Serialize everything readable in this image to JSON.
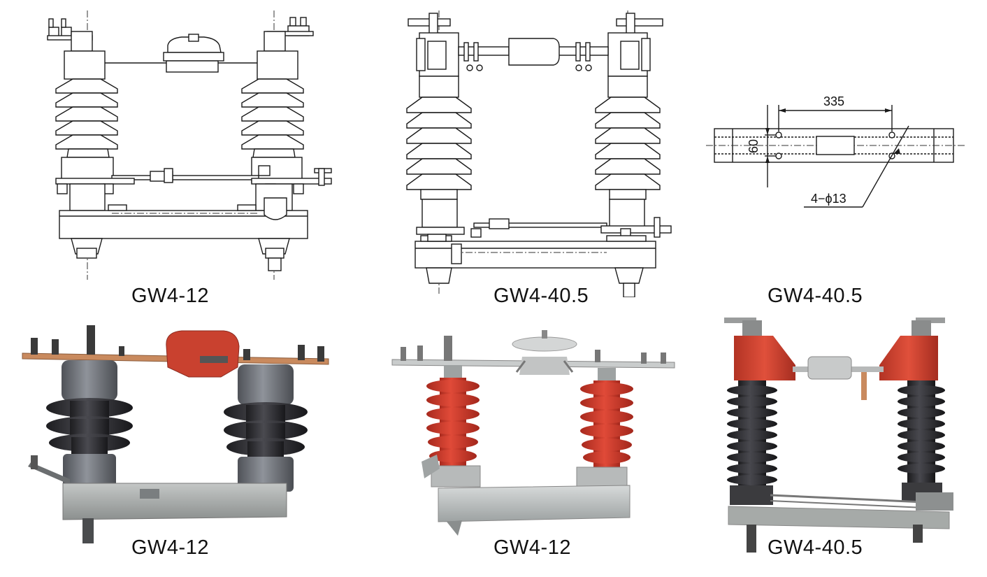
{
  "captions": {
    "top_left": "GW4-12",
    "top_mid": "GW4-40.5",
    "top_right": "GW4-40.5",
    "bottom_left": "GW4-12",
    "bottom_mid": "GW4-12",
    "bottom_right": "GW4-40.5"
  },
  "dimensions": {
    "hole_spacing": "335",
    "bar_height": "60",
    "hole_spec": "4−ϕ13"
  },
  "colors": {
    "red_insulator": "#d23a2c",
    "dark_insulator": "#2c2c2f",
    "grey_insulator": "#6f7278",
    "steel_base": "#a6aaa8",
    "copper_blade": "#c98a5e"
  }
}
